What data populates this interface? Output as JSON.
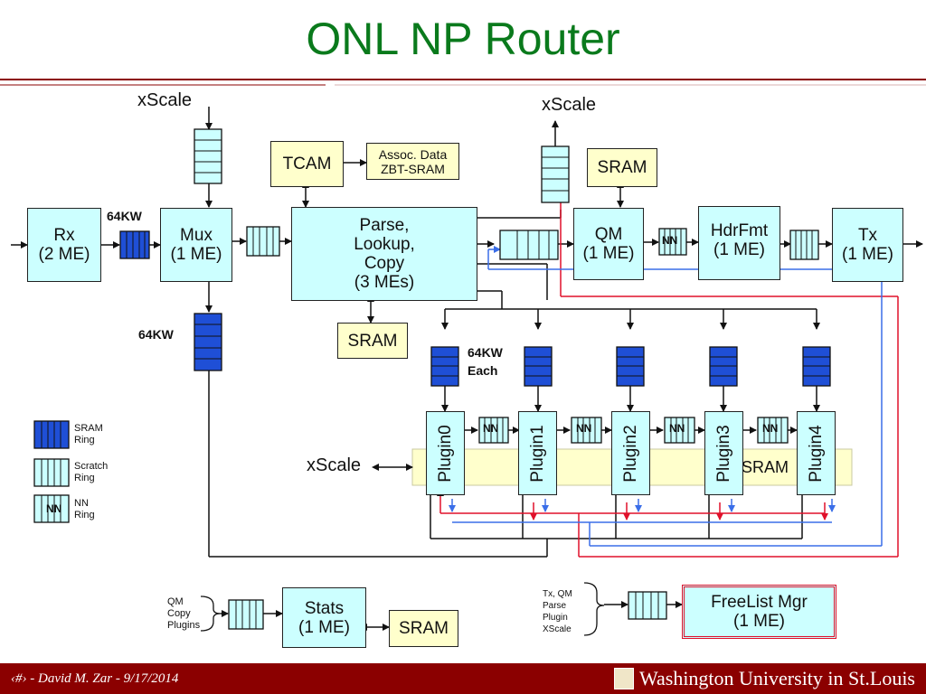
{
  "title": "ONL NP Router",
  "labels": {
    "xscale_top_left": "xScale",
    "xscale_top_right": "xScale",
    "xscale_left_mid": "xScale",
    "kw64_top": "64KW",
    "kw64_mid": "64KW",
    "kw64_each_1": "64KW",
    "kw64_each_2": "Each",
    "sram_wide": "SRAM"
  },
  "boxes": {
    "rx": [
      "Rx",
      "(2 ME)"
    ],
    "mux": [
      "Mux",
      "(1 ME)"
    ],
    "parse": [
      "Parse,",
      "Lookup,",
      "Copy",
      "(3 MEs)"
    ],
    "tcam": [
      "TCAM"
    ],
    "assoc": [
      "Assoc. Data",
      "ZBT-SRAM"
    ],
    "sram_parse": [
      "SRAM"
    ],
    "sram_qm": [
      "SRAM"
    ],
    "qm": [
      "QM",
      "(1 ME)"
    ],
    "hdrfmt": [
      "HdrFmt",
      "(1 ME)"
    ],
    "tx": [
      "Tx",
      "(1 ME)"
    ],
    "stats": [
      "Stats",
      "(1 ME)"
    ],
    "sram_stats": [
      "SRAM"
    ],
    "freelist": [
      "FreeList Mgr",
      "(1 ME)"
    ]
  },
  "plugins": [
    "Plugin0",
    "Plugin1",
    "Plugin2",
    "Plugin3",
    "Plugin4"
  ],
  "nn_label": "NN",
  "legend": [
    {
      "type": "sram",
      "text": [
        "SRAM",
        "Ring"
      ]
    },
    {
      "type": "scratch",
      "text": [
        "Scratch",
        "Ring"
      ]
    },
    {
      "type": "nn",
      "text": [
        "NN",
        "Ring"
      ]
    }
  ],
  "stats_inputs": [
    "QM",
    "Copy",
    "Plugins"
  ],
  "freelist_inputs": [
    "Tx, QM",
    "Parse",
    "Plugin",
    "XScale"
  ],
  "footer": {
    "left": "‹#› - David M. Zar - 9/17/2014",
    "right": "Washington University in St.Louis"
  },
  "colors": {
    "title": "#0a7a1c",
    "rule": "#8b0000",
    "box_fill": "#ccffff",
    "yellow_fill": "#ffffcc",
    "sram_ring": "#1f4fd6",
    "red_path": "#e0102a",
    "blue_path": "#3a6ee8",
    "footer_bg": "#8b0000"
  }
}
